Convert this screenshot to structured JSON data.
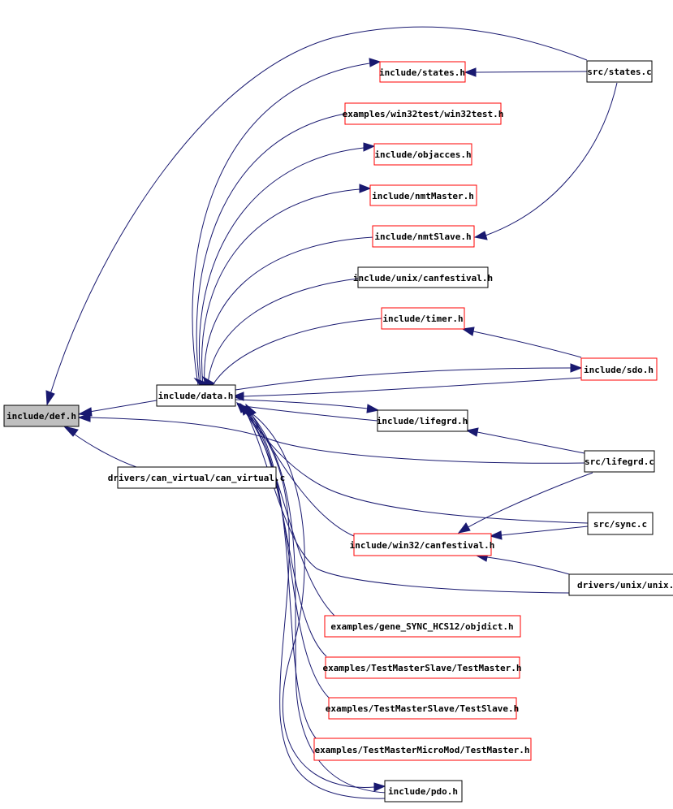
{
  "colors": {
    "edge": "#191970",
    "normal_border": "#000000",
    "red_border": "#ff0000",
    "root_fill": "#bfbfbf",
    "background": "#ffffff"
  },
  "nodes": {
    "def": {
      "label": "include/def.h"
    },
    "data": {
      "label": "include/data.h"
    },
    "can_virtual": {
      "label": "drivers/can_virtual/can_virtual.c"
    },
    "states_h": {
      "label": "include/states.h"
    },
    "win32test": {
      "label": "examples/win32test/win32test.h"
    },
    "objacces": {
      "label": "include/objacces.h"
    },
    "nmtMaster": {
      "label": "include/nmtMaster.h"
    },
    "nmtSlave": {
      "label": "include/nmtSlave.h"
    },
    "unix_canfestival": {
      "label": "include/unix/canfestival.h"
    },
    "timer": {
      "label": "include/timer.h"
    },
    "sdo": {
      "label": "include/sdo.h"
    },
    "lifegrd_h": {
      "label": "include/lifegrd.h"
    },
    "win32_canfestival": {
      "label": "include/win32/canfestival.h"
    },
    "gene_sync": {
      "label": "examples/gene_SYNC_HCS12/objdict.h"
    },
    "tms_master": {
      "label": "examples/TestMasterSlave/TestMaster.h"
    },
    "tms_slave": {
      "label": "examples/TestMasterSlave/TestSlave.h"
    },
    "tmm_master": {
      "label": "examples/TestMasterMicroMod/TestMaster.h"
    },
    "pdo": {
      "label": "include/pdo.h"
    },
    "states_c": {
      "label": "src/states.c"
    },
    "lifegrd_c": {
      "label": "src/lifegrd.c"
    },
    "sync_c": {
      "label": "src/sync.c"
    },
    "unix_c": {
      "label": "drivers/unix/unix.c"
    }
  }
}
